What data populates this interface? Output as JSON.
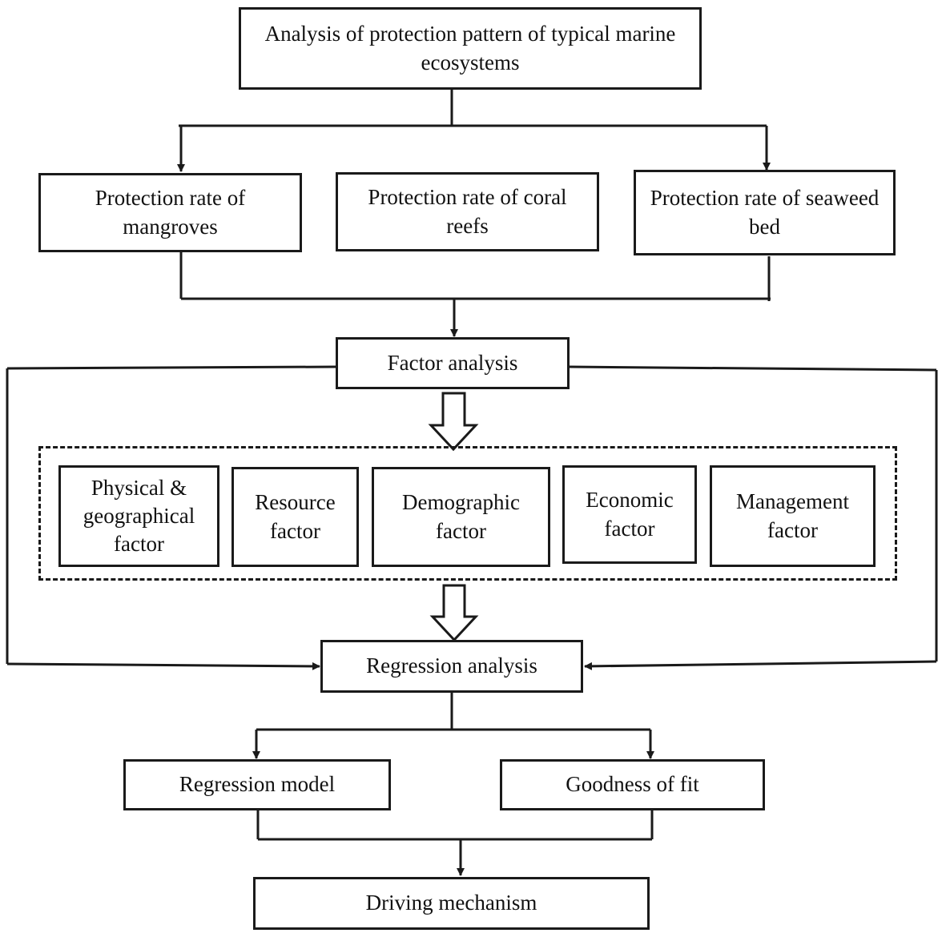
{
  "diagram": {
    "top_box": "Analysis of protection pattern of typical marine ecosystems",
    "rates": [
      "Protection rate of mangroves",
      "Protection rate of coral reefs",
      "Protection rate of seaweed bed"
    ],
    "factor_analysis": "Factor analysis",
    "factors": [
      "Physical & geographical factor",
      "Resource factor",
      "Demographic factor",
      "Economic factor",
      "Management factor"
    ],
    "regression_analysis": "Regression analysis",
    "outputs": [
      "Regression model",
      "Goodness of fit"
    ],
    "final_box": "Driving mechanism"
  }
}
